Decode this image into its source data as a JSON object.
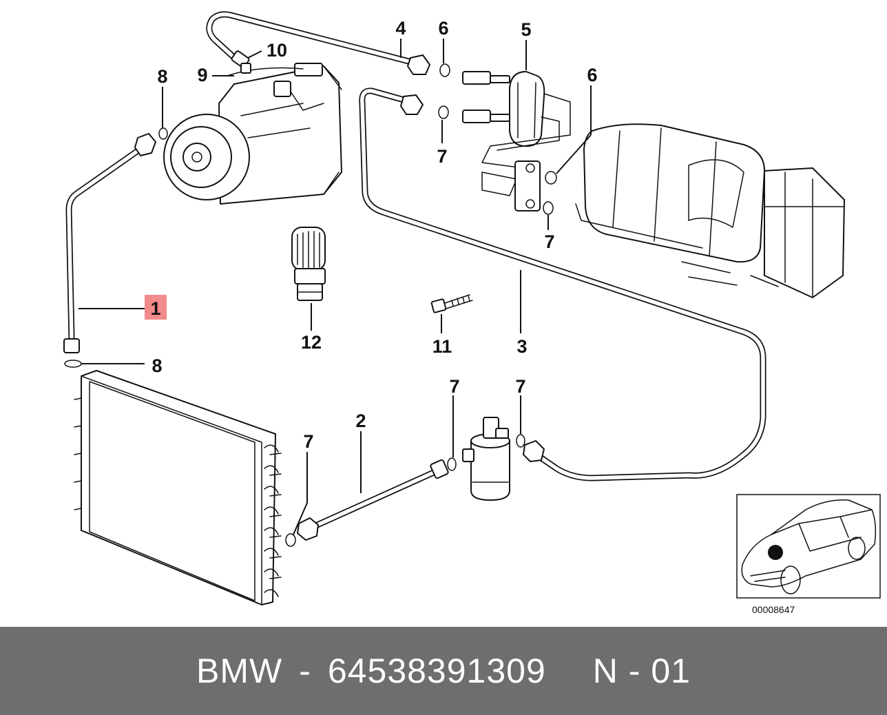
{
  "diagram": {
    "callouts": [
      {
        "id": "1",
        "text": "1",
        "highlighted": true
      },
      {
        "id": "2",
        "text": "2"
      },
      {
        "id": "3",
        "text": "3"
      },
      {
        "id": "4",
        "text": "4"
      },
      {
        "id": "5",
        "text": "5"
      },
      {
        "id": "6a",
        "text": "6"
      },
      {
        "id": "6b",
        "text": "6"
      },
      {
        "id": "7a",
        "text": "7"
      },
      {
        "id": "7b",
        "text": "7"
      },
      {
        "id": "7c",
        "text": "7"
      },
      {
        "id": "7d",
        "text": "7"
      },
      {
        "id": "7e",
        "text": "7"
      },
      {
        "id": "8a",
        "text": "8"
      },
      {
        "id": "8b",
        "text": "8"
      },
      {
        "id": "9",
        "text": "9"
      },
      {
        "id": "10",
        "text": "10"
      },
      {
        "id": "11",
        "text": "11"
      },
      {
        "id": "12",
        "text": "12"
      }
    ],
    "highlight_color": "#f28b8b",
    "inset_ref": "00008647"
  },
  "footer": {
    "brand": "BMW",
    "separator": "-",
    "part_number": "64538391309",
    "variant": "N - 01",
    "background": "#6e6e6e"
  }
}
